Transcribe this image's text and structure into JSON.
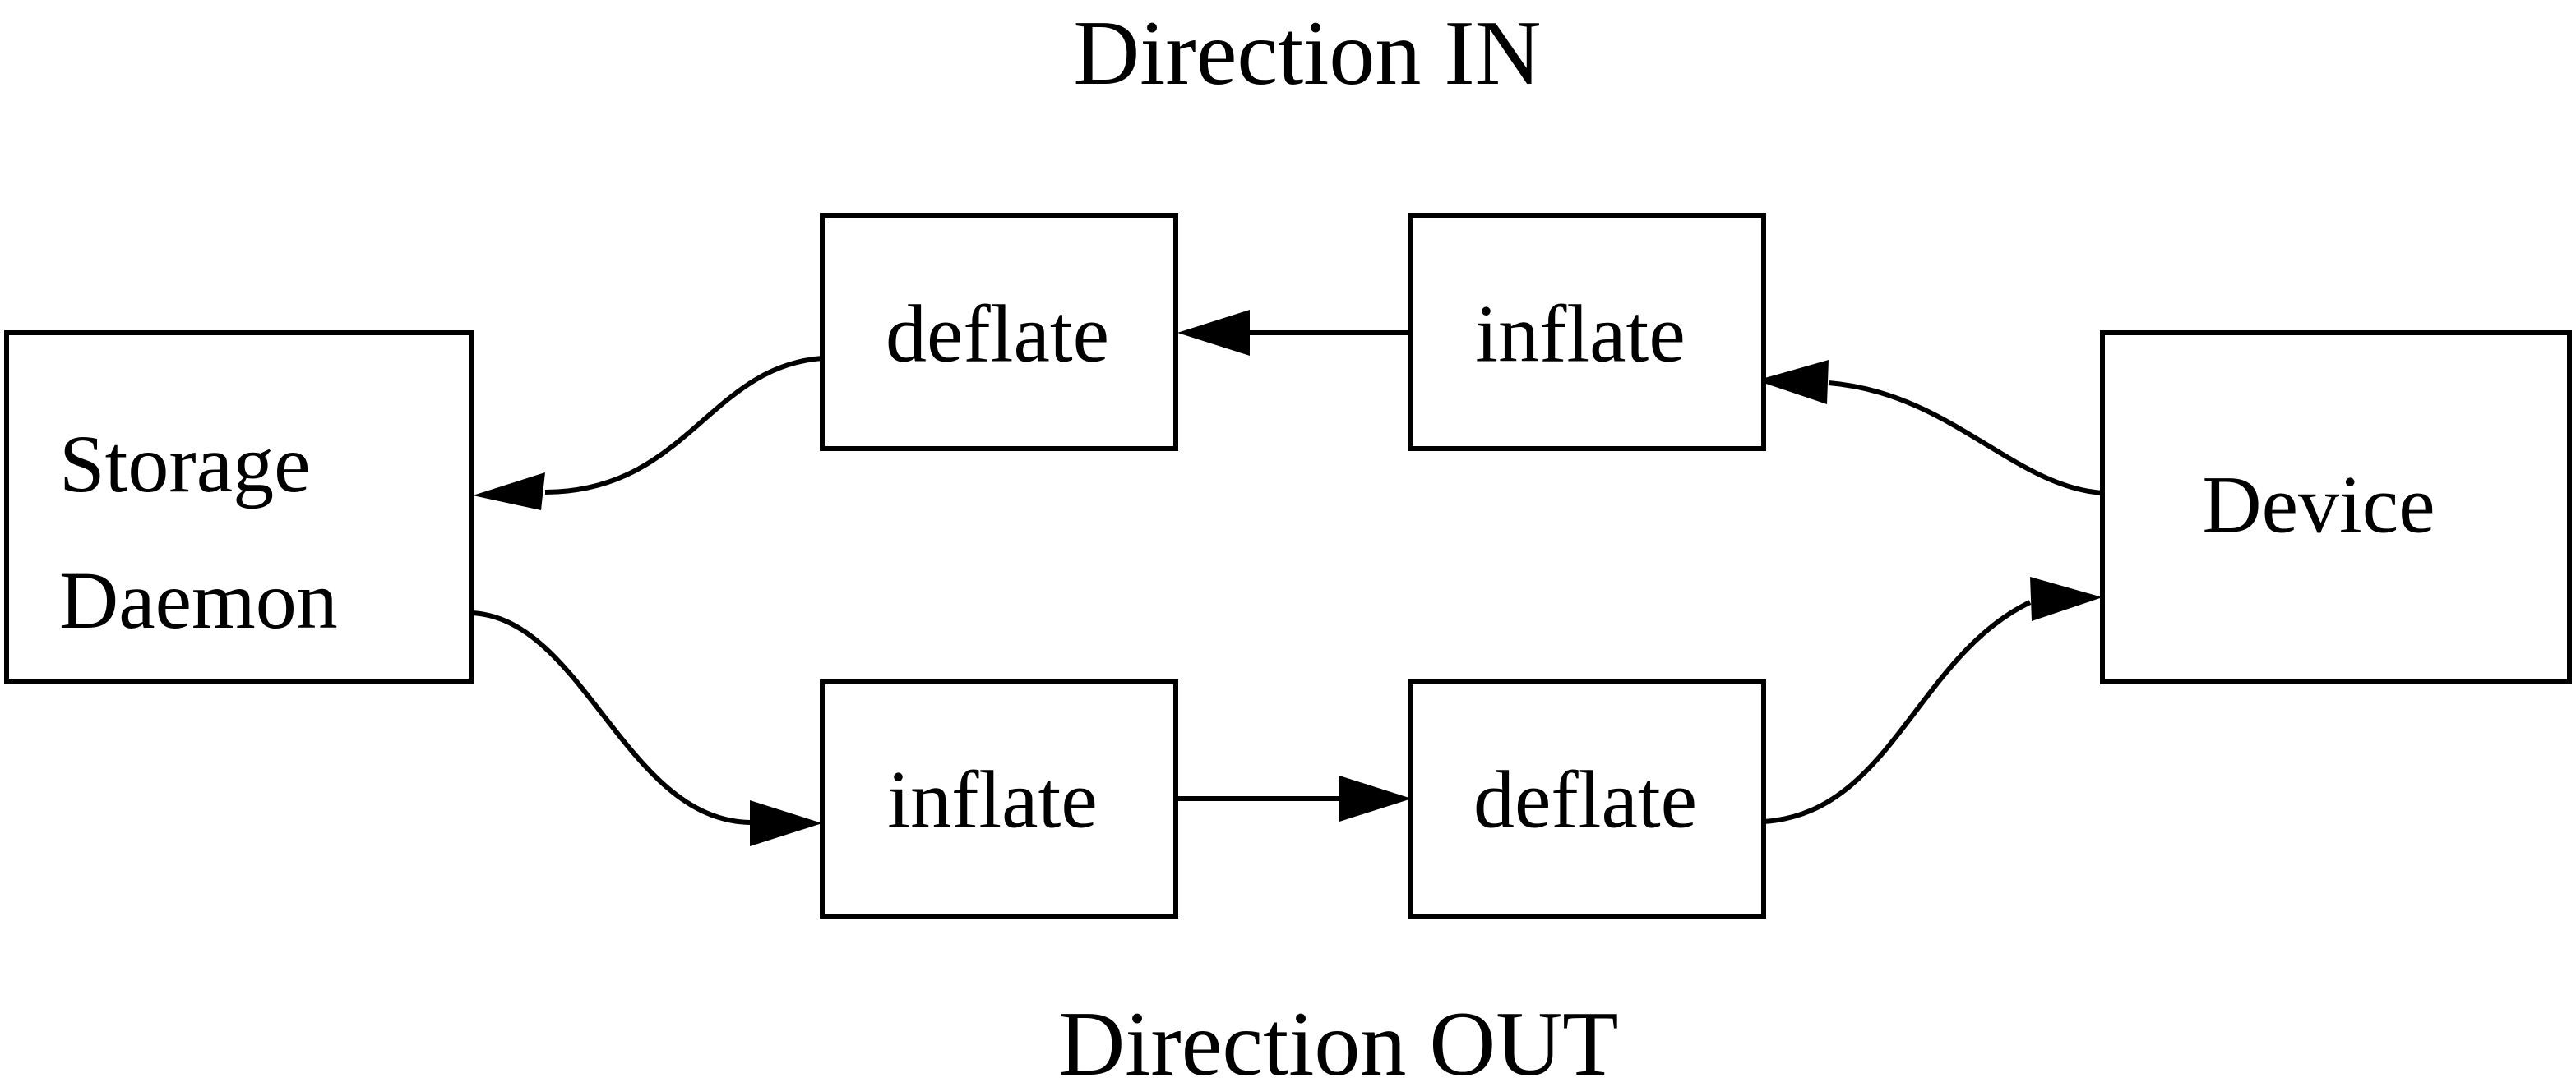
{
  "diagram": {
    "title_in": "Direction IN",
    "title_out": "Direction OUT",
    "nodes": {
      "storage_daemon": {
        "label_line1": "Storage",
        "label_line2": "Daemon"
      },
      "deflate_top": {
        "label": "deflate"
      },
      "inflate_top": {
        "label": "inflate"
      },
      "inflate_bottom": {
        "label": "inflate"
      },
      "deflate_bottom": {
        "label": "deflate"
      },
      "device": {
        "label": "Device"
      }
    },
    "flows": {
      "in_path": "Device -> inflate -> deflate -> Storage Daemon",
      "out_path": "Storage Daemon -> inflate -> deflate -> Device"
    },
    "colors": {
      "line": "#000000",
      "background": "#ffffff"
    }
  }
}
